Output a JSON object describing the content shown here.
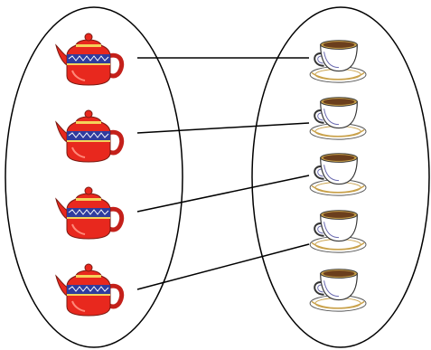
{
  "diagram": {
    "left_set": {
      "items": [
        {
          "icon": "teapot-icon"
        },
        {
          "icon": "teapot-icon"
        },
        {
          "icon": "teapot-icon"
        },
        {
          "icon": "teapot-icon"
        }
      ]
    },
    "right_set": {
      "items": [
        {
          "icon": "teacup-icon"
        },
        {
          "icon": "teacup-icon"
        },
        {
          "icon": "teacup-icon"
        },
        {
          "icon": "teacup-icon"
        },
        {
          "icon": "teacup-icon"
        }
      ]
    },
    "mapping": [
      [
        0,
        0
      ],
      [
        1,
        1
      ],
      [
        2,
        2
      ],
      [
        3,
        3
      ]
    ],
    "colors": {
      "outline": "#000000",
      "teapot_body": "#e8281e",
      "teapot_band": "#2f3c9e",
      "cup_coffee": "#6b3f1d",
      "cup_rim": "#c9a14a"
    }
  }
}
